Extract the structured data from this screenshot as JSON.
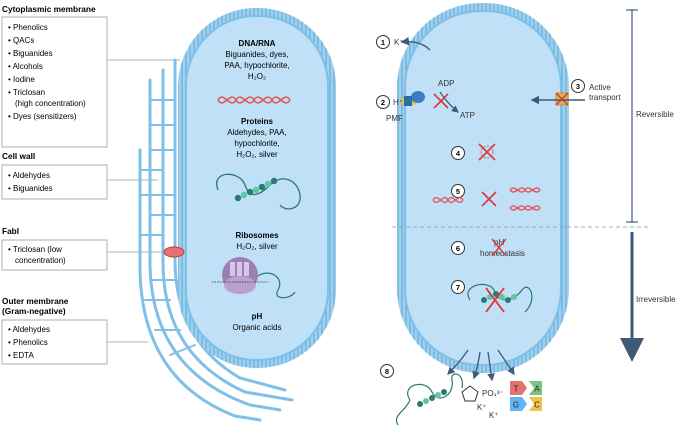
{
  "left": {
    "cytoplasmic": {
      "title": "Cytoplasmic membrane",
      "items": [
        "Phenolics",
        "QACs",
        "Biguanides",
        "Alcohols",
        "Iodine",
        "Triclosan",
        "(high concentration)",
        "Dyes (sensitizers)"
      ]
    },
    "cellwall": {
      "title": "Cell wall",
      "items": [
        "Aldehydes",
        "Biguanides"
      ]
    },
    "fabi": {
      "title": "FabI",
      "items": [
        "Triclosan (low",
        "concentration)"
      ]
    },
    "outer": {
      "title": "Outer membrane",
      "subtitle": "(Gram-negative)",
      "items": [
        "Aldehydes",
        "Phenolics",
        "EDTA"
      ]
    }
  },
  "cell_left": {
    "dna": {
      "title": "DNA/RNA",
      "lines": [
        "Biguanides, dyes,",
        "PAA, hypochlorite,",
        "H₂O₂"
      ]
    },
    "proteins": {
      "title": "Proteins",
      "lines": [
        "Aldehydes, PAA,",
        "hypochlorite,",
        "H₂O₂, silver"
      ]
    },
    "ribosomes": {
      "title": "Ribosomes",
      "lines": [
        "H₂O₂, silver"
      ]
    },
    "ph": {
      "title": "pH",
      "lines": [
        "Organic acids"
      ]
    }
  },
  "right": {
    "steps": [
      "1",
      "2",
      "3",
      "4",
      "5",
      "6",
      "7",
      "8"
    ],
    "k_plus": "K⁺",
    "h_plus": "H⁺",
    "adp": "ADP",
    "atp": "ATP",
    "pmf": "PMF",
    "active": "Active",
    "transport": "transport",
    "ph": "pH",
    "homeostasis": "homeostasis",
    "po4": "PO₄³⁻",
    "k1": "K⁺",
    "k2": "K⁺",
    "bases": [
      "T",
      "A",
      "G",
      "C"
    ],
    "reversible": "Reversible",
    "irreversible": "Irreversible"
  },
  "colors": {
    "membrane": "#7fbfe8",
    "cytoplasm": "#bfe0f7",
    "dna_red": "#e05a5a",
    "protein_teal": "#2a7a6e",
    "arrow_dark": "#3d5a78"
  }
}
